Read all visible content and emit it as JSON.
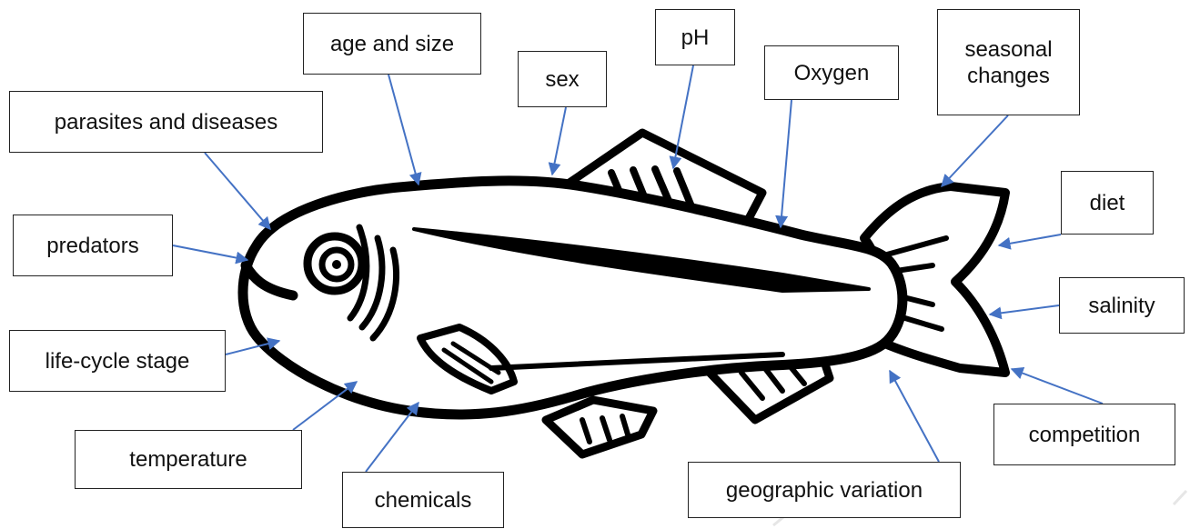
{
  "labels": {
    "age_size": "age and size",
    "sex": "sex",
    "ph": "pH",
    "oxygen": "Oxygen",
    "seasonal_line1": "seasonal",
    "seasonal_line2": "changes",
    "parasites": "parasites and diseases",
    "predators": "predators",
    "diet": "diet",
    "salinity": "salinity",
    "life_cycle": "life-cycle stage",
    "temperature": "temperature",
    "chemicals": "chemicals",
    "competition": "competition",
    "geographic": "geographic variation"
  },
  "colors": {
    "arrow": "#4472C4",
    "fish_outline": "#000000",
    "box_border": "#222222"
  }
}
